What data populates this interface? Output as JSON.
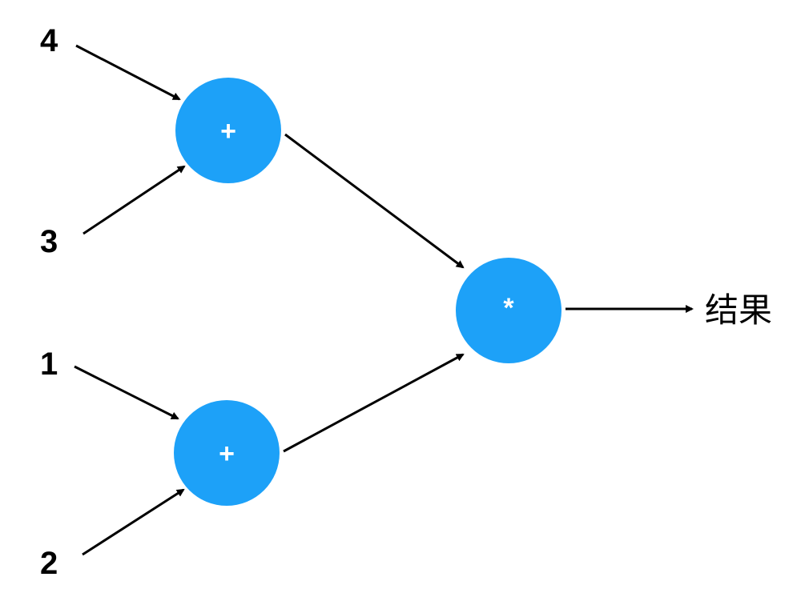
{
  "diagram": {
    "inputs": {
      "top_a": "4",
      "top_b": "3",
      "bottom_a": "1",
      "bottom_b": "2"
    },
    "operators": {
      "add_top": "+",
      "add_bottom": "+",
      "multiply": "*"
    },
    "output": {
      "label": "结果"
    },
    "colors": {
      "node_fill": "#1da1f8",
      "edge": "#000000",
      "text": "#000000"
    }
  }
}
